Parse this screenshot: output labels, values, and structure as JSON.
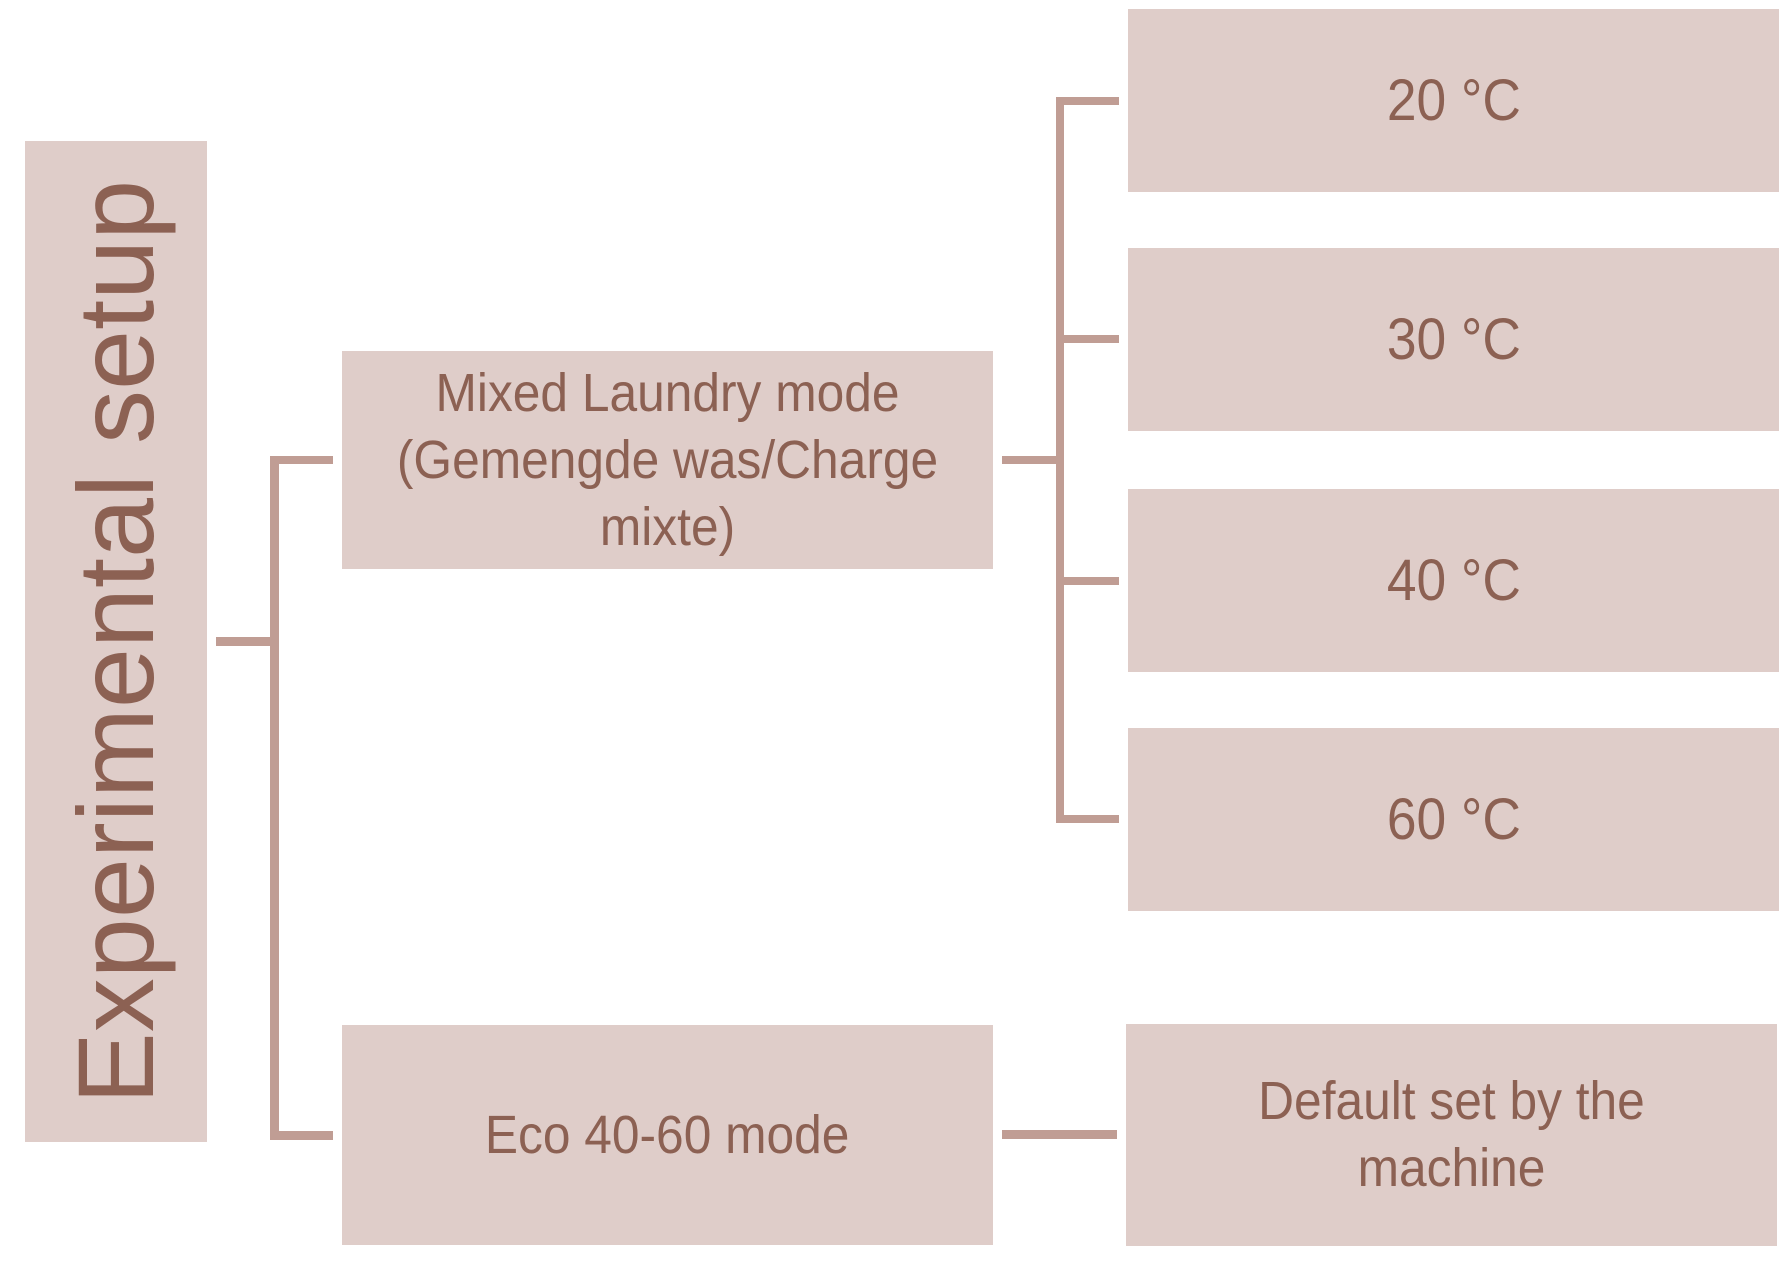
{
  "diagram": {
    "type": "tree",
    "colors": {
      "box_fill": "#DFCDC9",
      "text": "#8C6153",
      "connector": "#C09D94"
    },
    "root": {
      "label": "Experimental setup",
      "children": [
        {
          "label": "Mixed Laundry mode (Gemengde was/Charge mixte)",
          "children": [
            {
              "label": "20 °C"
            },
            {
              "label": "30 °C"
            },
            {
              "label": "40 °C"
            },
            {
              "label": "60 °C"
            }
          ]
        },
        {
          "label": "Eco 40-60 mode",
          "children": [
            {
              "label": "Default set by the machine"
            }
          ]
        }
      ]
    }
  }
}
